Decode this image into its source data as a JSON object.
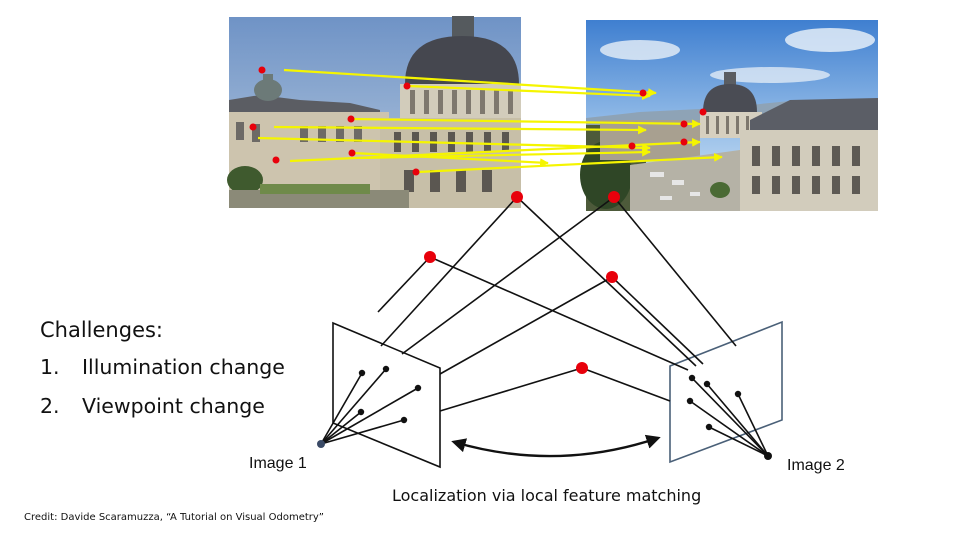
{
  "challenges": {
    "title": "Challenges:",
    "items": [
      {
        "num": "1.",
        "text": "Illumination change"
      },
      {
        "num": "2.",
        "text": "Viewpoint change"
      }
    ]
  },
  "labels": {
    "image1": "Image 1",
    "image2": "Image 2"
  },
  "caption": "Localization via local feature matching",
  "credit": "Credit: Davide Scaramuzza, “A Tutorial on Visual Odometry”",
  "colors": {
    "feature_point": "#e8000b",
    "match_arrow": "#f5f500",
    "sky_left": "#7e9dc4",
    "sky_right": "#5a8fd8",
    "dome": "#4b4d55",
    "facade": "#cfc7b4",
    "plane_right_border": "#4a6078"
  },
  "icons": [
    "feature-point-marker",
    "camera-center-dot",
    "double-headed-arrow"
  ]
}
